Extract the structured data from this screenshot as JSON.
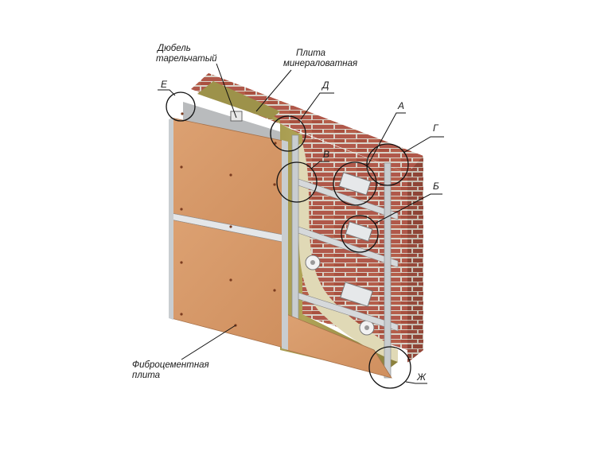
{
  "labels": {
    "dowel": [
      "Дюбель",
      "тарельчатый"
    ],
    "wool": [
      "Плита",
      "минераловатная"
    ],
    "fiber": [
      "Фиброцементная",
      "плита"
    ]
  },
  "markers": {
    "a": "А",
    "b": "Б",
    "v": "В",
    "g": "Г",
    "d": "Д",
    "e": "Е",
    "zh": "Ж"
  },
  "colors": {
    "brick": "#b0584a",
    "mortar": "#d9d2c8",
    "wool": "#a79a4d",
    "panel": "#d8996a",
    "metal": "#c9cdd0",
    "wall": "#b9bbbd"
  }
}
